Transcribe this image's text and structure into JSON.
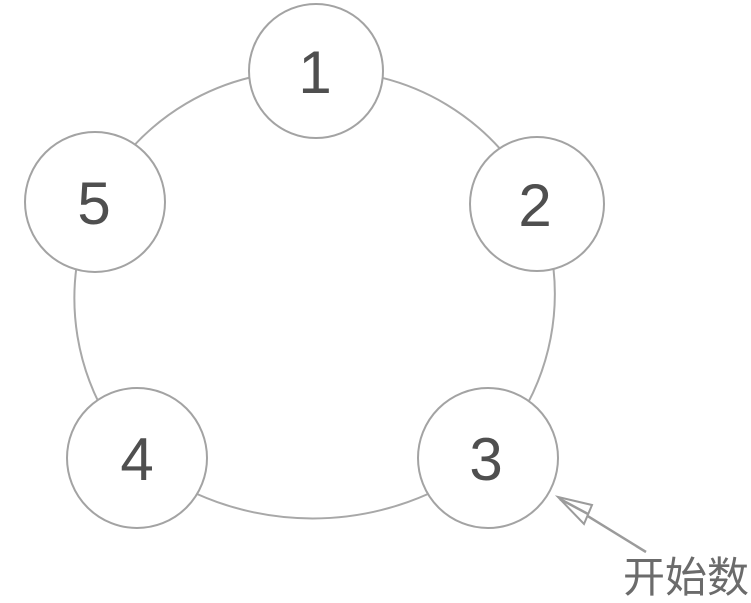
{
  "figure": {
    "nodes": [
      {
        "label": "1"
      },
      {
        "label": "2"
      },
      {
        "label": "3"
      },
      {
        "label": "4"
      },
      {
        "label": "5"
      }
    ],
    "annotation": {
      "label": "开始数",
      "points_to_node": "3"
    },
    "colors": {
      "background": "#ffffff",
      "circle_stroke": "#a3a3a3",
      "ring_stroke": "#a8a8a8",
      "number": "#4f4f4f",
      "arrow": "#9b9b9b",
      "label": "#6b6b6b"
    }
  }
}
